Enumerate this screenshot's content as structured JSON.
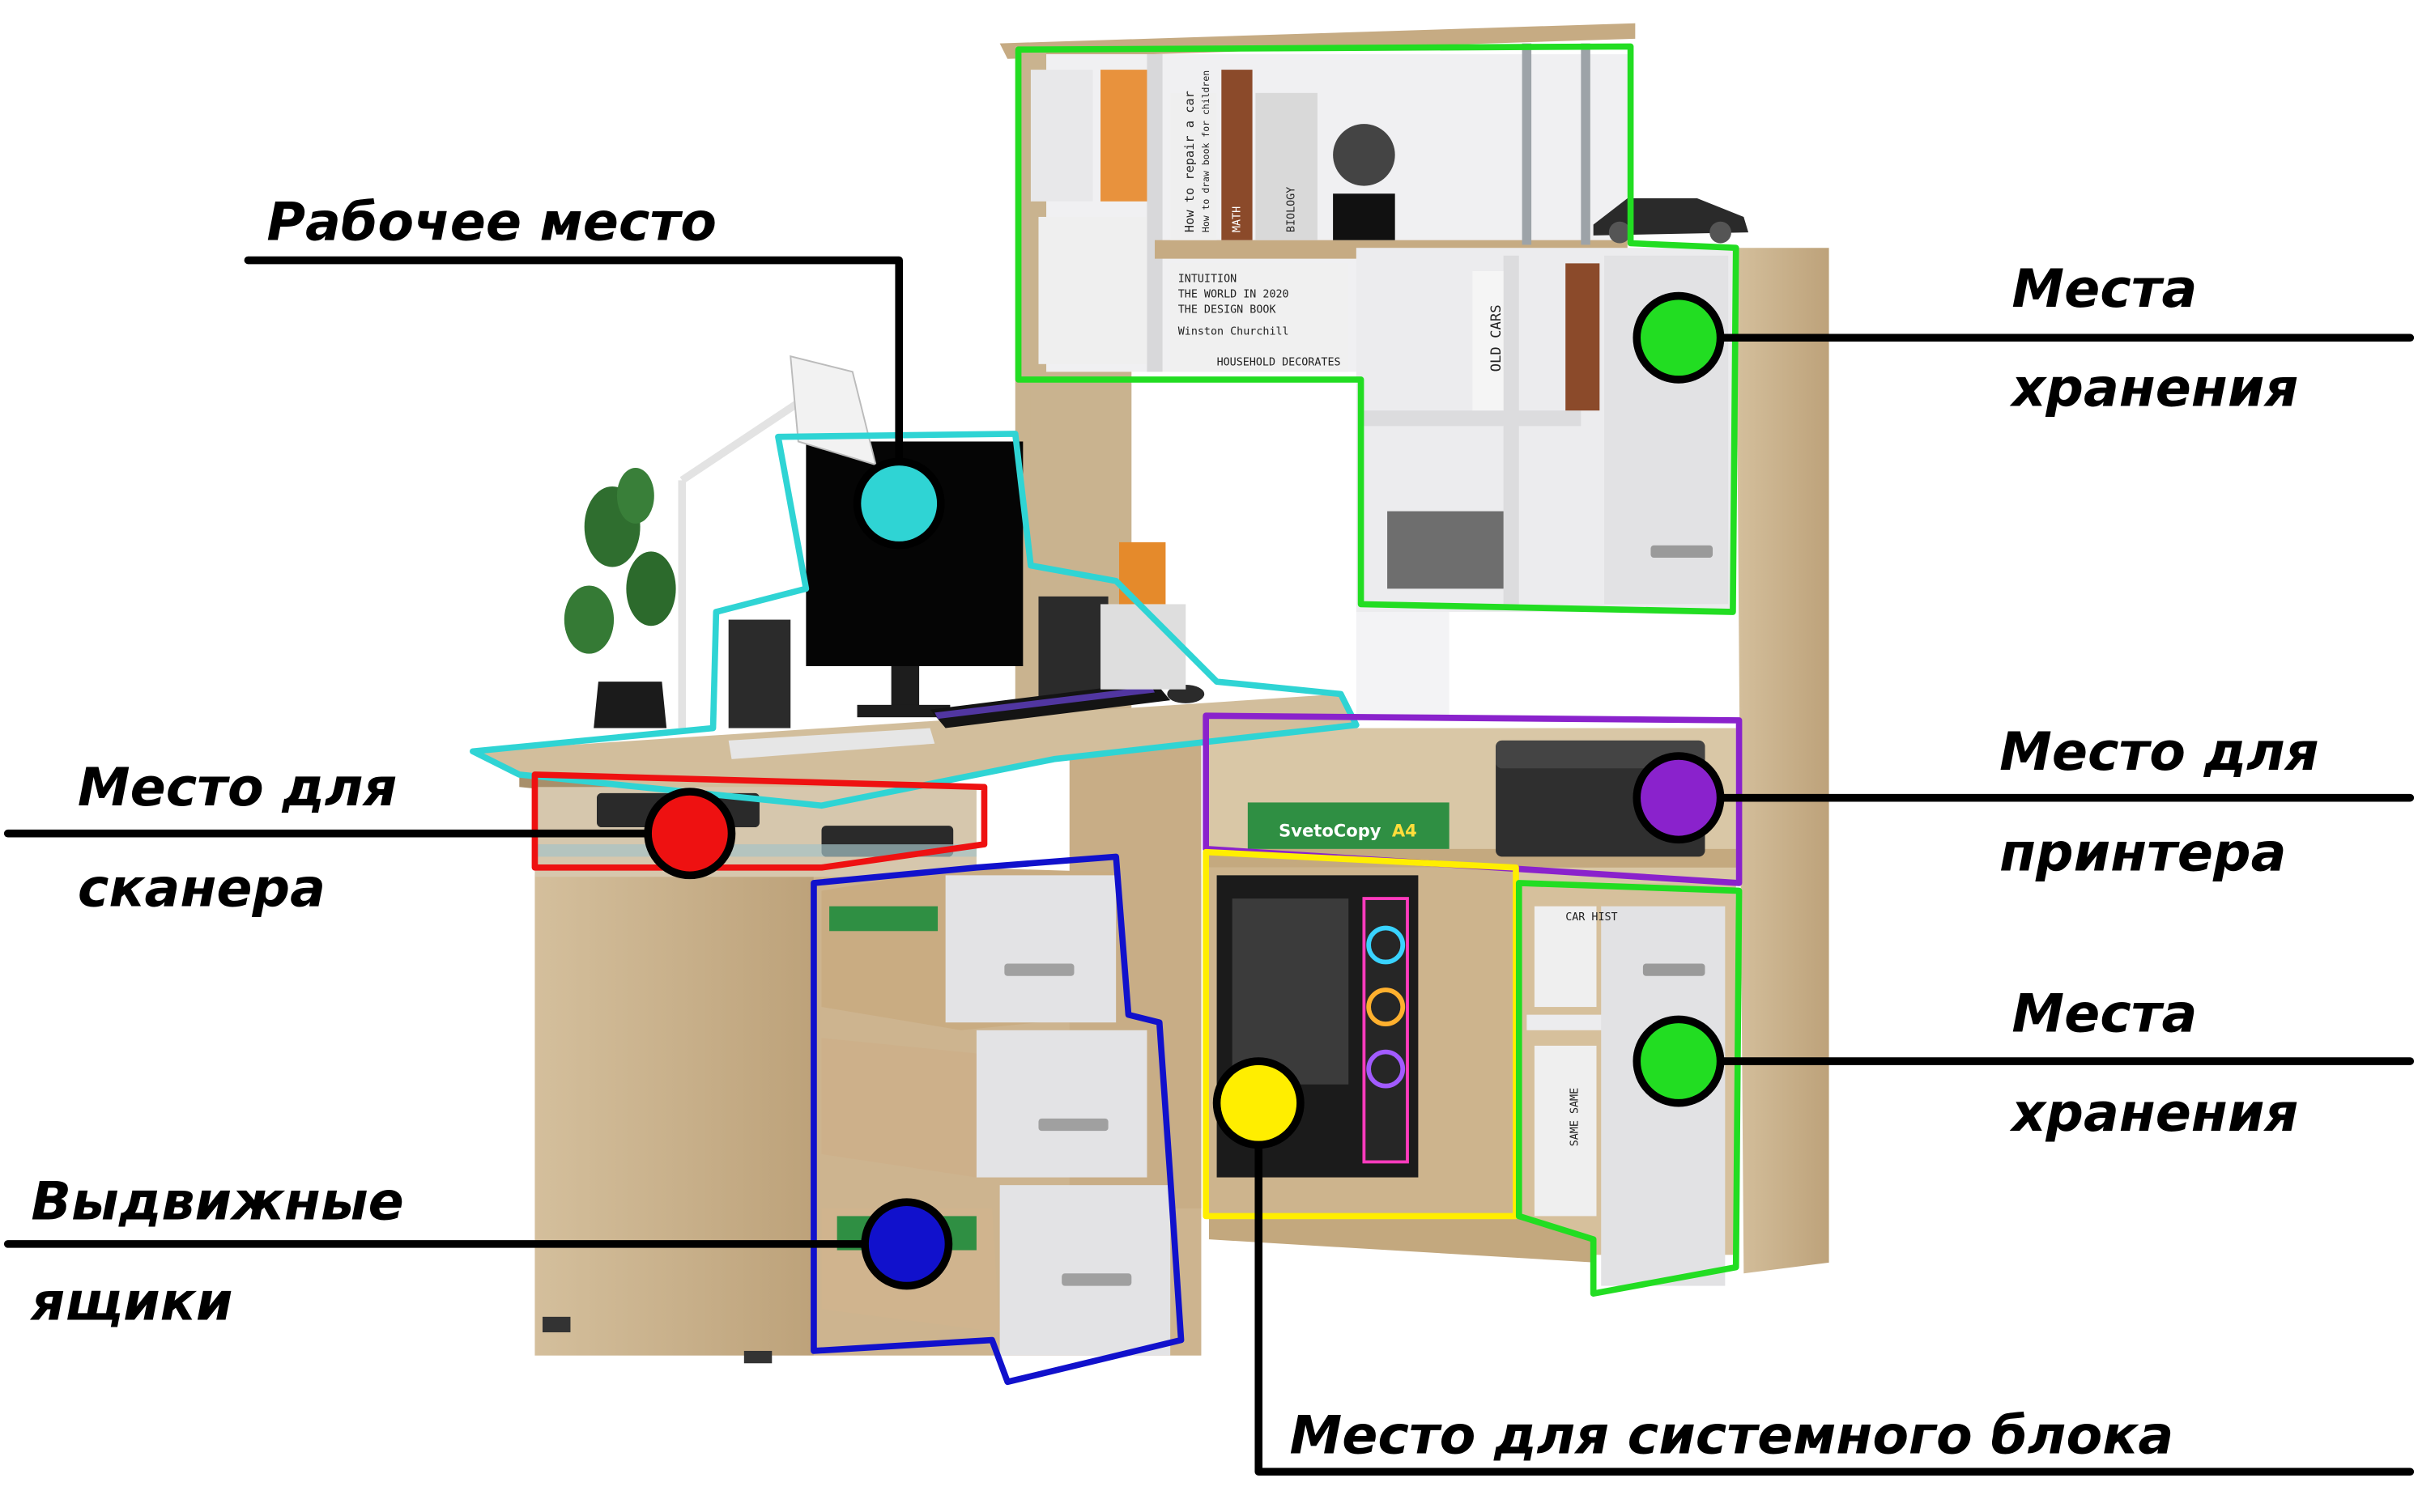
{
  "labels": {
    "workspace": "Рабочее место",
    "storage_top_1": "Места",
    "storage_top_2": "хранения",
    "scanner_1": "Место для",
    "scanner_2": "сканера",
    "printer_1": "Место для",
    "printer_2": "принтера",
    "storage_bottom_1": "Места",
    "storage_bottom_2": "хранения",
    "drawers_1": "Выдвижные",
    "drawers_2": "ящики",
    "system_unit": "Место для системного блока"
  },
  "book_titles": {
    "repair_car": "How to repair a car",
    "draw": "How to draw book for children",
    "math": "MATH",
    "biology": "BIOLOGY",
    "intuition": "INTUITION",
    "world_2020": "THE WORLD IN 2020",
    "design_book": "THE DESIGN BOOK",
    "churchill": "Winston Churchill",
    "household": "HOUSEHOLD DECORATES",
    "old_cars": "OLD CARS",
    "paper_brand": "SvetoCopy",
    "paper_size": "A4",
    "car_hist": "CAR HIST",
    "same": "SAME SAME"
  },
  "colors": {
    "workspace": "#2fd4d4",
    "storage": "#22dd22",
    "scanner": "#ee1111",
    "printer": "#8a22cc",
    "system_unit": "#ffee00",
    "drawers": "#1111cc",
    "wood": "#c9b38f",
    "white_panel": "#e6e6e8",
    "leader": "#000000"
  }
}
